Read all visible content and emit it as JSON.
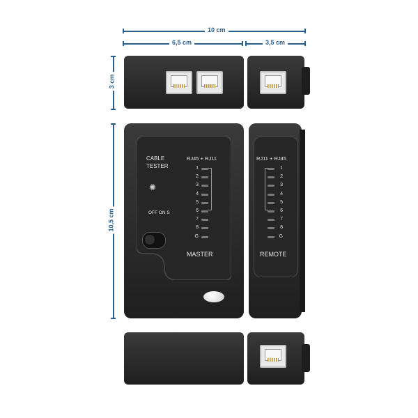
{
  "dimensions": {
    "total_width": "10 cm",
    "master_width": "6,5 cm",
    "remote_width": "3,5 cm",
    "height_top": "3 cm",
    "height_front": "10,5 cm"
  },
  "master": {
    "title_line1": "CABLE",
    "title_line2": "TESTER",
    "connector_header": "RJ45 + RJ11",
    "switch_label": "OFF ON S",
    "unit_label": "MASTER",
    "pins": [
      "1",
      "2",
      "3",
      "4",
      "5",
      "6",
      "7",
      "8",
      "G"
    ]
  },
  "remote": {
    "connector_header": "RJ11 + RJ45",
    "unit_label": "REMOTE",
    "pins": [
      "1",
      "2",
      "3",
      "4",
      "5",
      "6",
      "7",
      "8",
      "G"
    ]
  },
  "colors": {
    "dimension": "#2a5f8c",
    "body": "#2b2b2b",
    "text": "#e8e8e8"
  }
}
